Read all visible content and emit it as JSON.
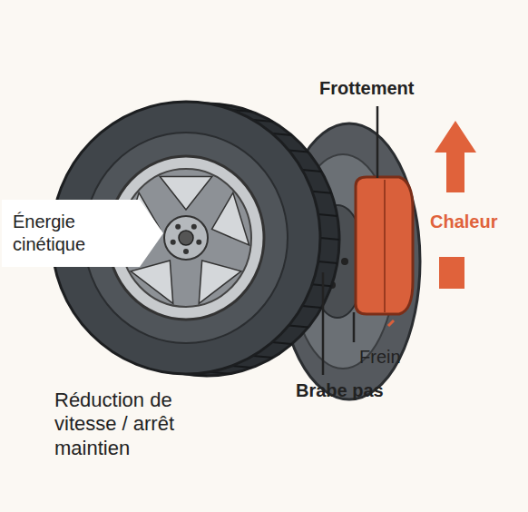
{
  "diagram": {
    "nodes": [
      {
        "text": [
          "Énergie cinétique"
        ]
      }
    ],
    "labels": [
      "Frottement",
      "Chaleur",
      "Frein",
      "Brabe pas",
      "Réduction de vitesse / arrêt maintien"
    ]
  }
}
